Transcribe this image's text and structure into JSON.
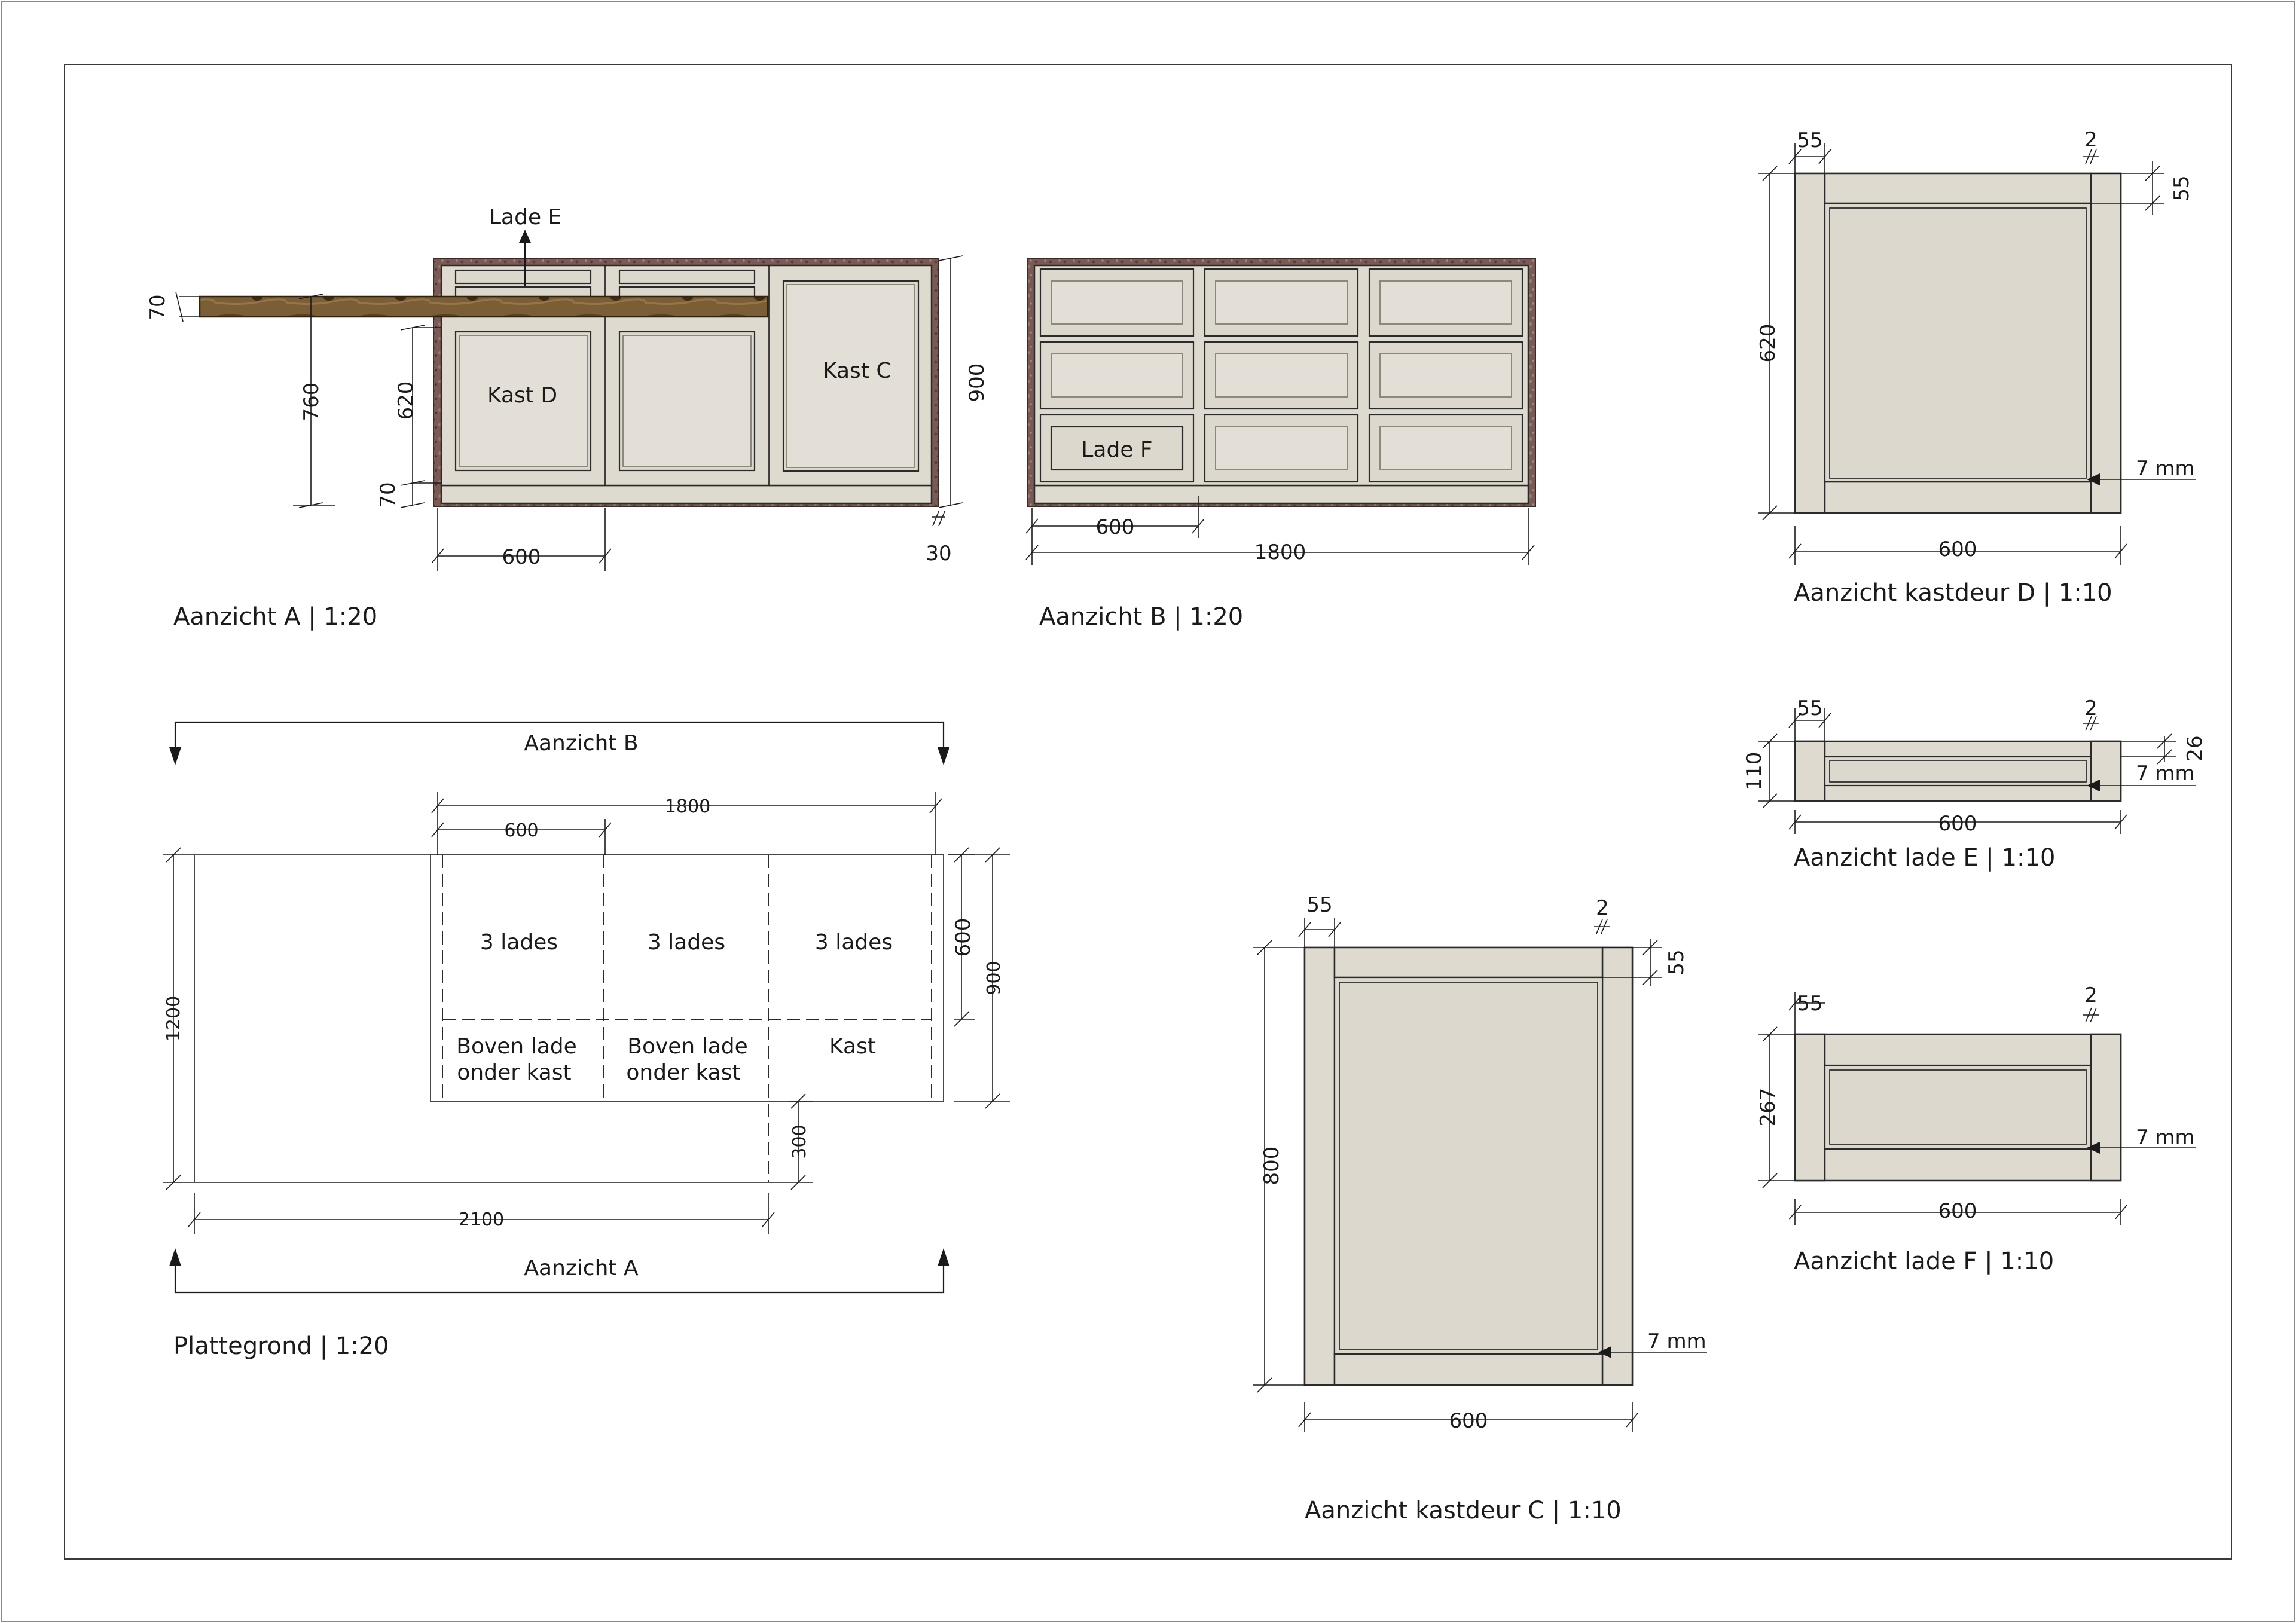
{
  "colors": {
    "panel": "#dedad0",
    "granite": "#7a5a55",
    "wood": "#7b5d36",
    "line": "#1a1a1a"
  },
  "view_a": {
    "title": "Aanzicht A | 1:20",
    "lade_e": "Lade E",
    "kast_d": "Kast D",
    "kast_c": "Kast C",
    "dims": {
      "d70_top": "70",
      "d760": "760",
      "d620": "620",
      "d70_bot": "70",
      "d900": "900",
      "d600": "600",
      "d30": "30"
    }
  },
  "view_b": {
    "title": "Aanzicht B | 1:20",
    "lade_f": "Lade F",
    "dims": {
      "d600": "600",
      "d1800": "1800"
    }
  },
  "door_d": {
    "title": "Aanzicht kastdeur D | 1:10",
    "dims": {
      "d55_left": "55",
      "d2": "2",
      "d55_right": "55",
      "d620": "620",
      "d7mm": "7 mm",
      "d600": "600"
    }
  },
  "drawer_e": {
    "title": "Aanzicht lade E | 1:10",
    "dims": {
      "d55": "55",
      "d2": "2",
      "d26": "26",
      "d110": "110",
      "d7mm": "7 mm",
      "d600": "600"
    }
  },
  "drawer_f": {
    "title": "Aanzicht lade F | 1:10",
    "dims": {
      "d55": "55",
      "d2": "2",
      "d267": "267",
      "d7mm": "7 mm",
      "d600": "600"
    }
  },
  "door_c": {
    "title": "Aanzicht kastdeur C | 1:10",
    "dims": {
      "d55_left": "55",
      "d2": "2",
      "d55_right": "55",
      "d800": "800",
      "d7mm": "7 mm",
      "d600": "600"
    }
  },
  "plan": {
    "title": "Plattegrond | 1:20",
    "aanzicht_b": "Aanzicht B",
    "aanzicht_a": "Aanzicht A",
    "cells_top": [
      "3 lades",
      "3 lades",
      "3 lades"
    ],
    "cells_bottom_1": [
      "Boven lade",
      "Boven lade",
      "Kast"
    ],
    "cells_bottom_2": [
      "onder kast",
      "onder kast"
    ],
    "dims": {
      "d1800": "1800",
      "d600": "600",
      "d600_side": "600",
      "d900": "900",
      "d1200": "1200",
      "d300": "300",
      "d2100": "2100"
    }
  }
}
